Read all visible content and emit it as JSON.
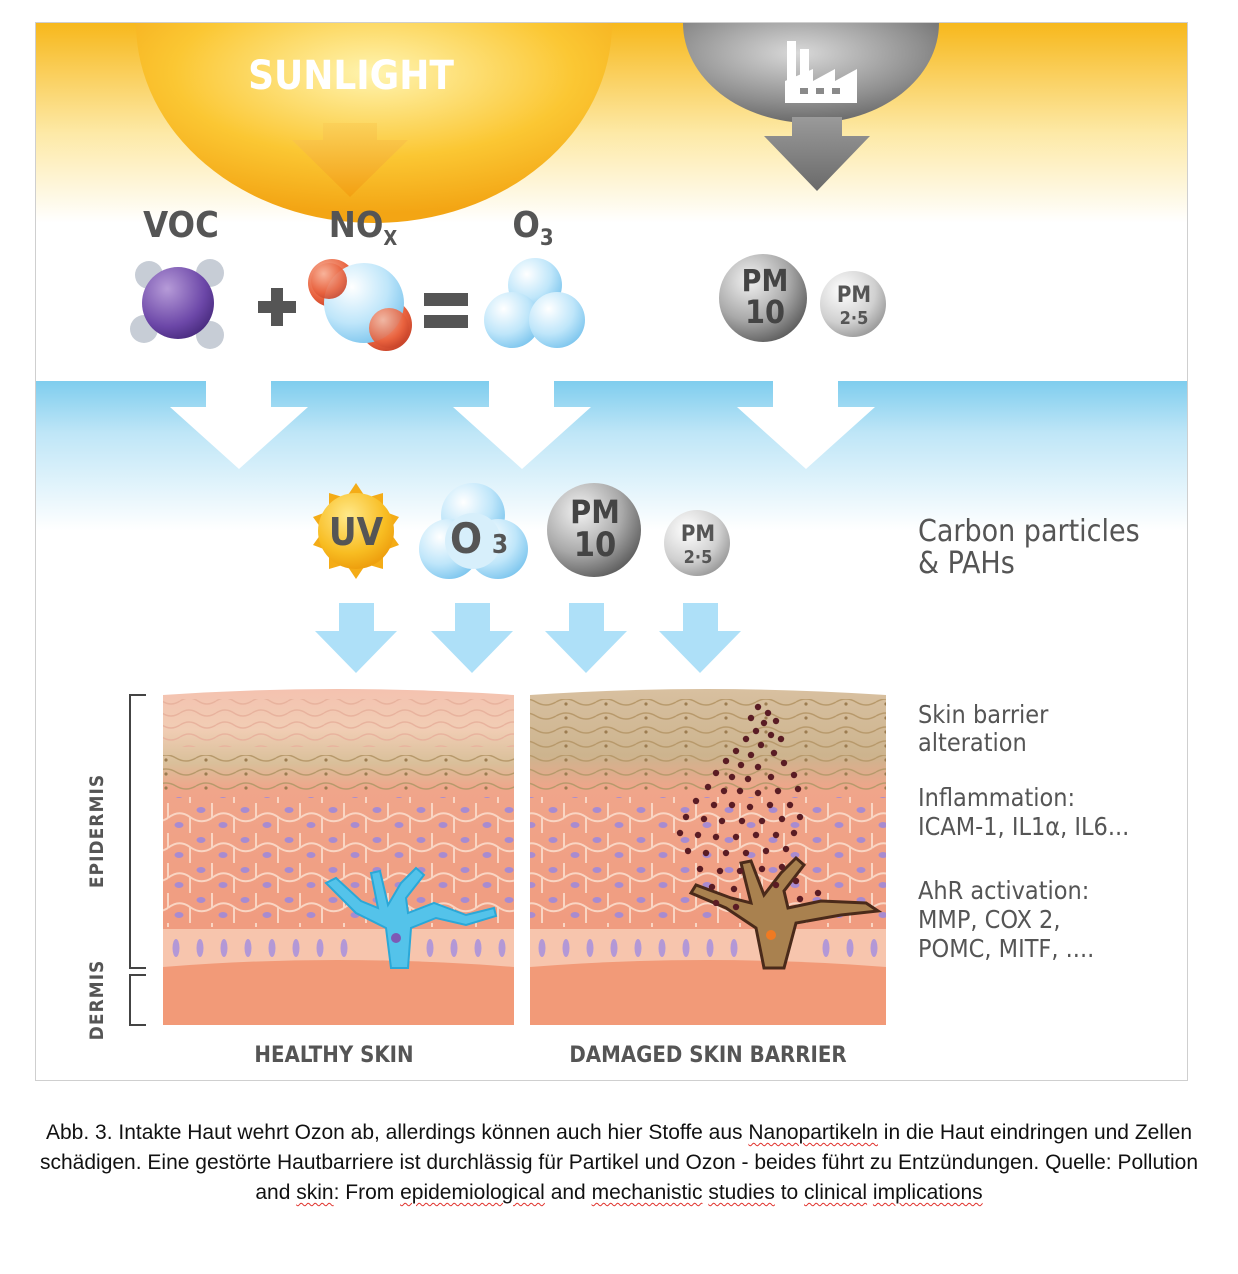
{
  "sources": {
    "sunlight": "SUNLIGHT",
    "factory_icon": "factory-icon"
  },
  "atmosphere": {
    "voc": "VOC",
    "nox_main": "NO",
    "nox_sub": "X",
    "o3_main": "O",
    "o3_sub": "3",
    "pm10_top": "PM",
    "pm10_bottom": "10",
    "pm25_top": "PM",
    "pm25_bottom": "2·5"
  },
  "exposome": {
    "uv": "UV",
    "o3_main": "O",
    "o3_sub": "3",
    "pm10_top": "PM",
    "pm10_bottom": "10",
    "pm25_top": "PM",
    "pm25_bottom": "2·5",
    "carbon_line1": "Carbon particles",
    "carbon_line2": "& PAHs"
  },
  "skin": {
    "epidermis": "EPIDERMIS",
    "dermis": "DERMIS",
    "healthy": "HEALTHY SKIN",
    "damaged": "DAMAGED SKIN BARRIER"
  },
  "effects": {
    "barrier_1": "Skin barrier",
    "barrier_2": "alteration",
    "inflammation_1": "Inflammation:",
    "inflammation_2": "ICAM-1, IL1α, IL6...",
    "ahr_1": "AhR activation:",
    "ahr_2": "MMP, COX 2,",
    "ahr_3": "POMC, MITF, ...."
  },
  "caption": {
    "t1": "Abb. 3. Intakte Haut wehrt Ozon ab, allerdings können auch hier Stoffe aus ",
    "w1": "Nanopartikeln",
    "t2": " in die Haut eindringen und Zellen schädigen. Eine gestörte Hautbarriere ist durchlässig für Partikel und Ozon - beides führt zu Entzündungen. Quelle: Pollution and ",
    "w2": "skin",
    "t3": ": From ",
    "w3": "epidemiological",
    "t4": " and ",
    "w4": "mechanistic",
    "t5": " ",
    "w5": "studies",
    "t6": " to ",
    "w6": "clinical",
    "t7": " ",
    "w7": "implications"
  },
  "colors": {
    "sun": "#f6b21a",
    "sky_blue": "#7fcdee",
    "arrow_blue": "#aee0f8",
    "label_gray": "#555555",
    "skin_pink": "#f0a489",
    "ozone_blue": "#3fb5e5",
    "particle_brown": "#5a1c24"
  }
}
